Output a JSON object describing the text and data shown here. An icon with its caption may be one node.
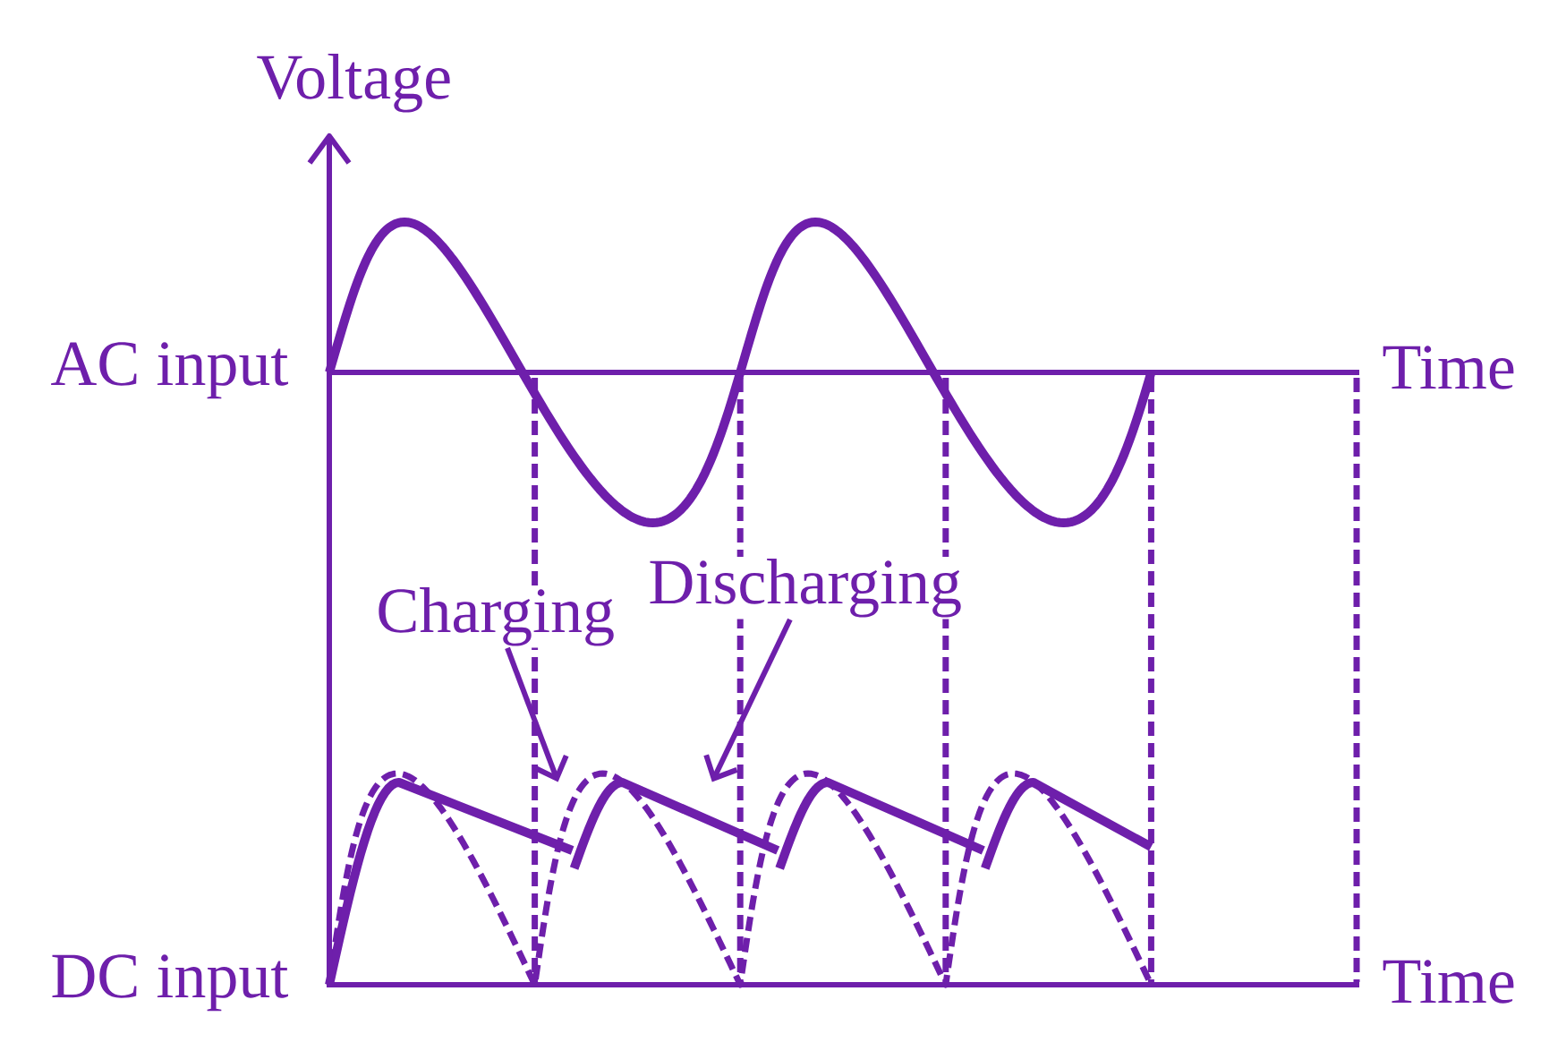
{
  "diagram": {
    "nodes": [
      {
        "text": [
          "Charging"
        ]
      },
      {
        "text": [
          "Discharging"
        ]
      },
      {
        "text": [],
        "shape": "wave"
      }
    ],
    "edges": [
      {
        "from": 0,
        "to": 2,
        "arrow": "to"
      },
      {
        "from": 1,
        "to": 2,
        "arrow": "to"
      }
    ],
    "labels": [
      "Voltage",
      "AC input",
      "Time",
      "DC input",
      "Time"
    ]
  }
}
